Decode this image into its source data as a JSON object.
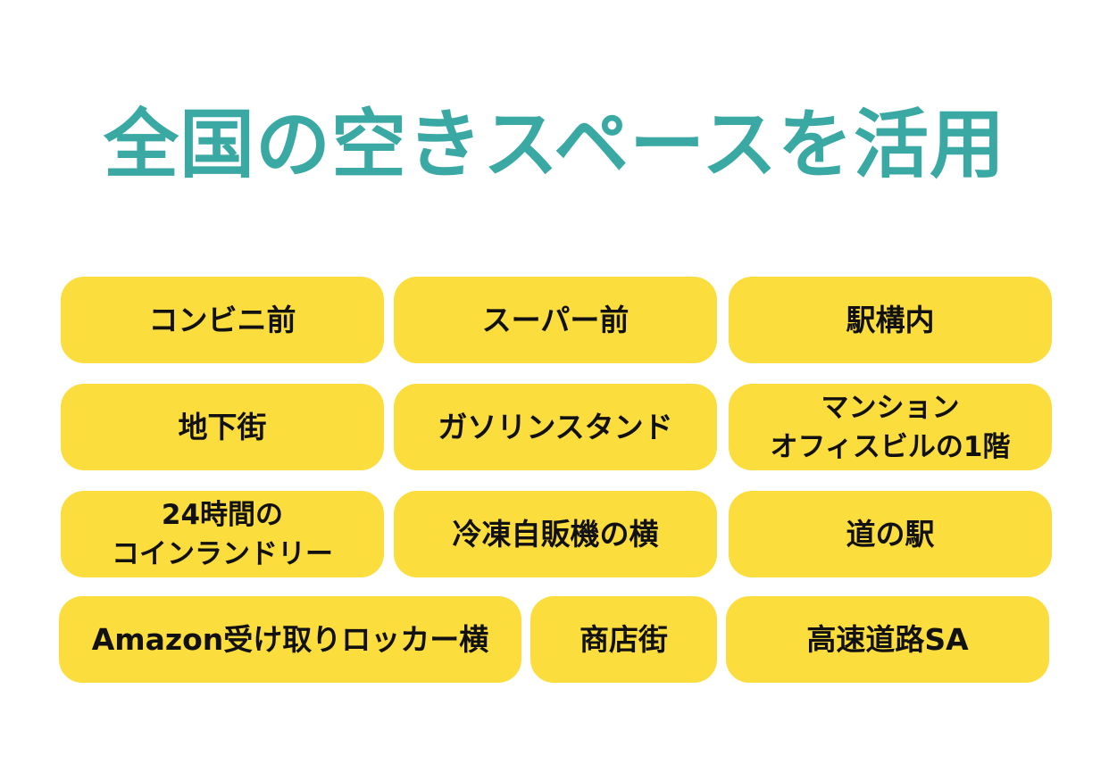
{
  "title": "全国の空きスペースを活用",
  "colors": {
    "title": "#3aa9a3",
    "tile_background": "#fcdd3e",
    "tile_text": "#111111",
    "background": "#ffffff"
  },
  "tiles": [
    {
      "label": "コンビニ前"
    },
    {
      "label": "スーパー前"
    },
    {
      "label": "駅構内"
    },
    {
      "label": "地下街"
    },
    {
      "label": "ガソリンスタンド"
    },
    {
      "label": "マンション\nオフィスビルの1階"
    },
    {
      "label": "24時間の\nコインランドリー"
    },
    {
      "label": "冷凍自販機の横"
    },
    {
      "label": "道の駅"
    },
    {
      "label": "Amazon受け取りロッカー横"
    },
    {
      "label": "商店街"
    },
    {
      "label": "高速道路SA"
    }
  ]
}
